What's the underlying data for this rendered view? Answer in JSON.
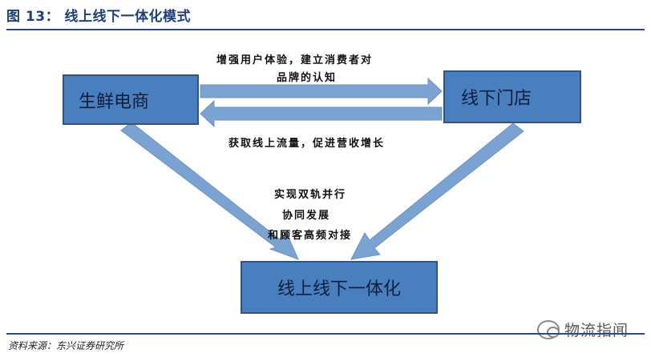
{
  "title": "图 13：  线上线下一体化模式",
  "nodes": {
    "fresh_ecommerce": "生鲜电商",
    "offline_store": "线下门店",
    "integration": "线上线下一体化"
  },
  "labels": {
    "top_line1": "增强用户体验，建立消费者对",
    "top_line2": "品牌的认知",
    "bottom": "获取线上流量，促进营收增长",
    "center_line1": "实现双轨并行",
    "center_line2": "协同发展",
    "center_line3": "和顾客高频对接"
  },
  "source": "资料来源：东兴证券研究所",
  "watermark": "物流指闻",
  "colors": {
    "box_fill": "#4a7fbf",
    "arrow_fill": "#7ba3d2",
    "title": "#1f3f7a"
  }
}
